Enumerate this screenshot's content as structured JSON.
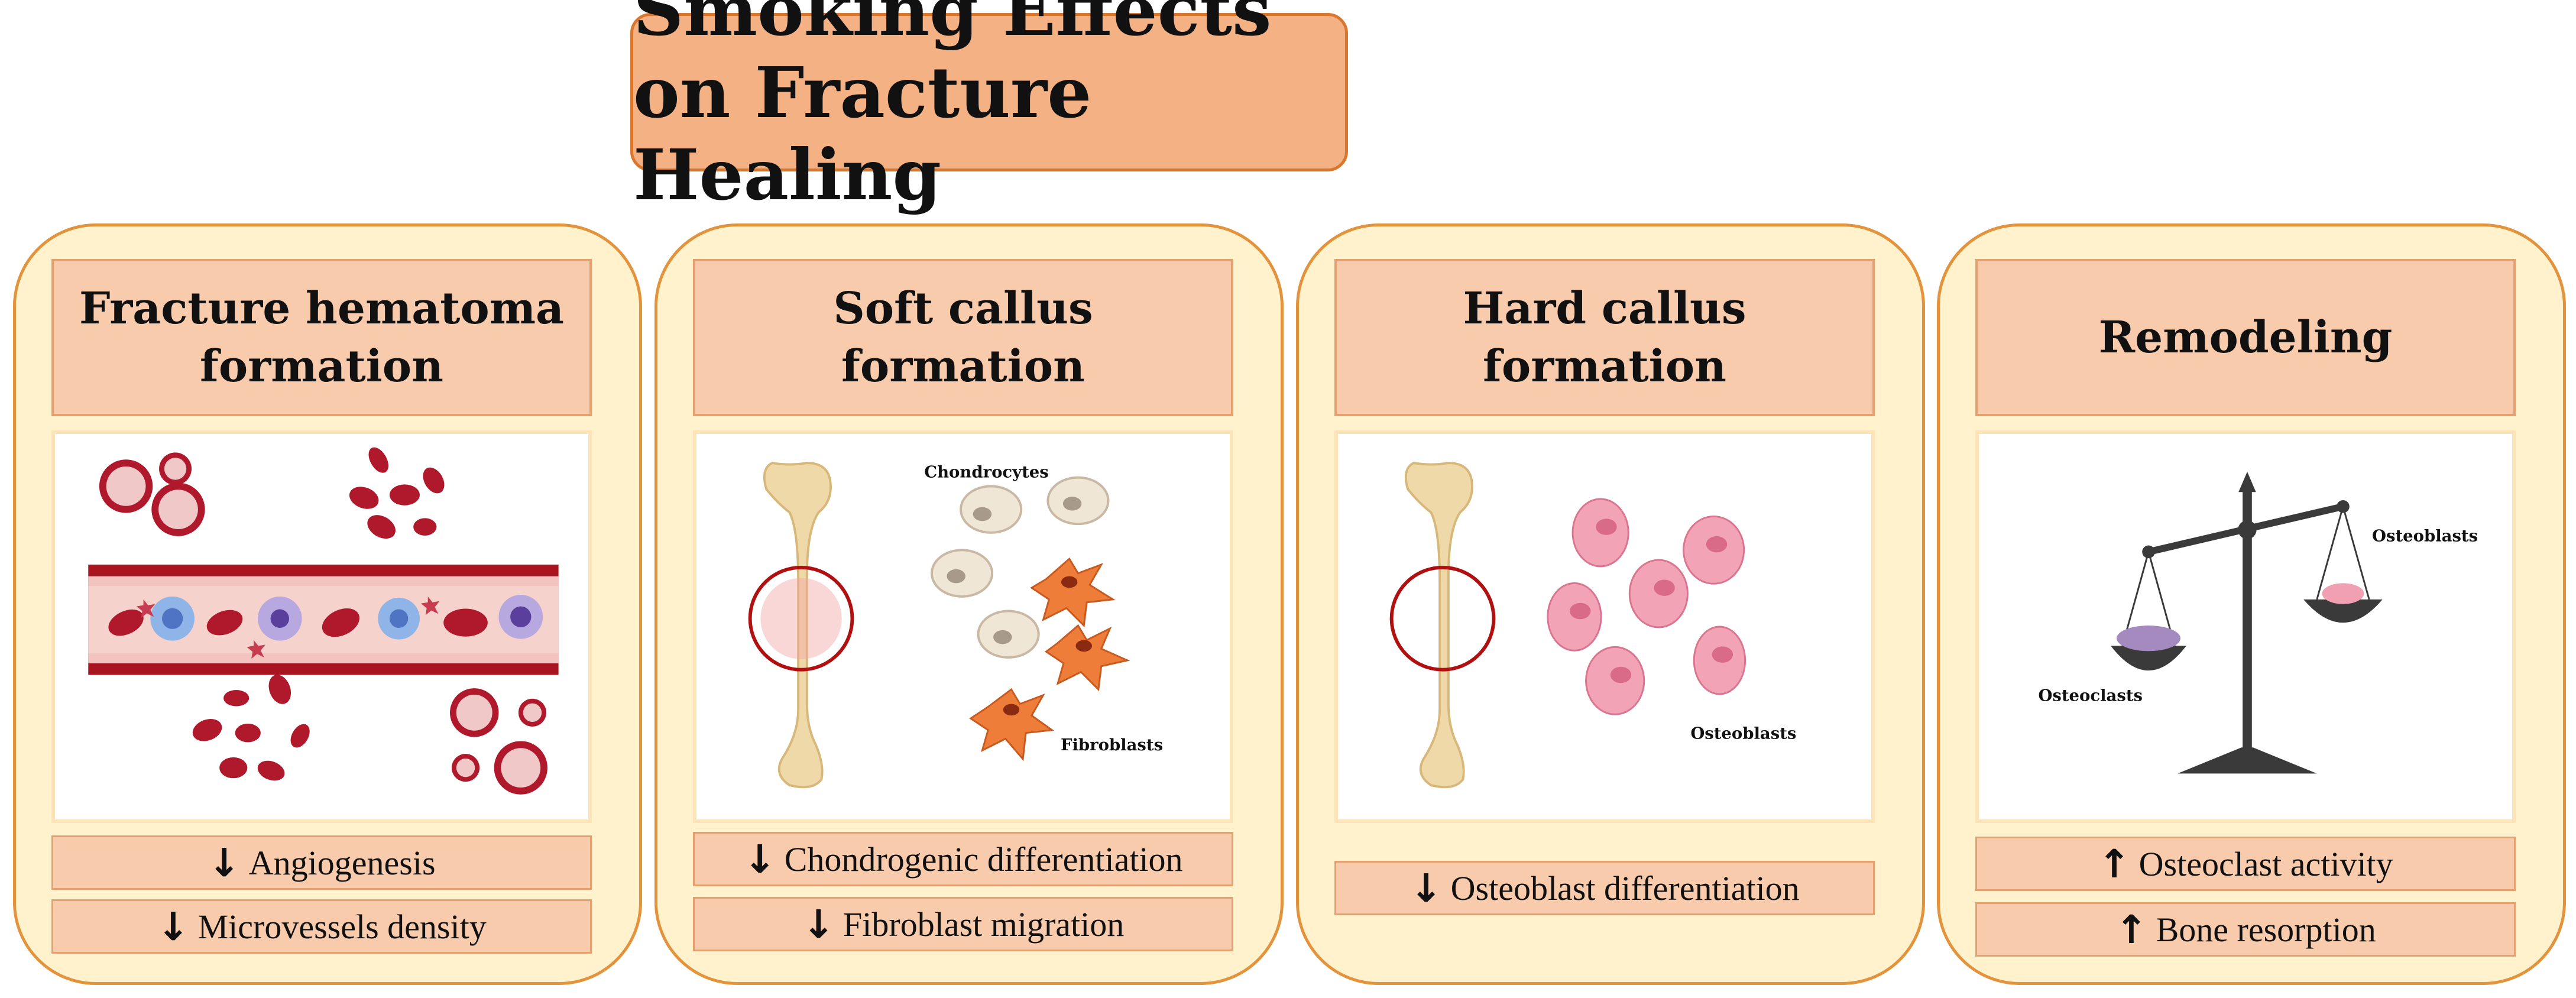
{
  "title": "Smoking Effects on Fracture Healing",
  "colors": {
    "title_fill": "#f4b183",
    "panel_fill": "#fff2cc",
    "header_fill": "#f8cbad",
    "accent_border": "#e3933b",
    "red_blood_cell": "#b0182b",
    "ring_red": "#c00000",
    "bone": "#f0d9a8",
    "chondrocyte": "#e6dccb",
    "fibroblast": "#ee7d3a",
    "osteoblast": "#f0a0b0",
    "osteoclast": "#a58ac0",
    "scale": "#3a3a3a"
  },
  "panels": [
    {
      "header": "Fracture hematoma\nformation",
      "effects": [
        {
          "arrow": "↓",
          "text": "Angiogenesis"
        },
        {
          "arrow": "↓",
          "text": "Microvessels density"
        }
      ]
    },
    {
      "header": "Soft callus\nformation",
      "image_labels": {
        "top": "Chondrocytes",
        "bottom": "Fibroblasts"
      },
      "effects": [
        {
          "arrow": "↓",
          "text": "Chondrogenic differentiation"
        },
        {
          "arrow": "↓",
          "text": "Fibroblast migration"
        }
      ]
    },
    {
      "header": "Hard callus\nformation",
      "image_labels": {
        "cells": "Osteoblasts"
      },
      "effects": [
        {
          "arrow": "↓",
          "text": "Osteoblast differentiation"
        }
      ]
    },
    {
      "header": "Remodeling",
      "image_labels": {
        "right": "Osteoblasts",
        "left": "Osteoclasts"
      },
      "effects": [
        {
          "arrow": "↑",
          "text": "Osteoclast activity"
        },
        {
          "arrow": "↑",
          "text": "Bone resorption"
        }
      ]
    }
  ]
}
